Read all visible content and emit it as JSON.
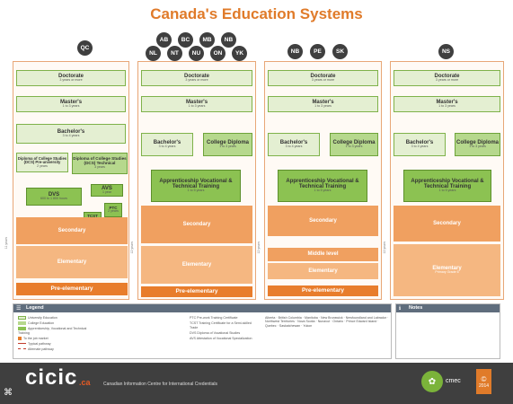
{
  "title": "Canada's Education Systems",
  "regions": {
    "qc": "QC",
    "ab": "AB",
    "bc": "BC",
    "mb": "MB",
    "nb": "NB",
    "nl": "NL",
    "nt": "NT",
    "nu": "NU",
    "on": "ON",
    "yk": "YK",
    "nb2": "NB",
    "pe": "PE",
    "sk": "SK",
    "ns": "NS"
  },
  "labels": {
    "doctorate": "Doctorate",
    "doctorate_sub": "3 years or more",
    "masters": "Master's",
    "masters_sub": "1 to 3 years",
    "bachelors": "Bachelor's",
    "bachelors_sub": "3 to 4 years",
    "college_diploma": "College Diploma",
    "college_diploma_sub": "1 to 3 years",
    "apprenticeship": "Apprenticeship Vocational & Technical Training",
    "apprenticeship_sub": "1 to 5 years",
    "dcs_pre": "Diploma of College Studies (DCS) Pre-university",
    "dcs_pre_sub": "2 years",
    "dcs_tech": "Diploma of College Studies (DCS) Technical",
    "dcs_tech_sub": "3 years",
    "dvs": "DVS",
    "dvs_sub": "600 to 1 800 hours",
    "avs": "AVS",
    "avs_sub": "1 year",
    "tcst": "TCST",
    "tcst_sub": "1 year",
    "ptc": "PTC",
    "ptc_sub": "2 years",
    "secondary": "Secondary",
    "middle": "Middle level",
    "elementary": "Elementary",
    "elementary_ns": "Elementary",
    "elementary_ns_sub": "Primary Grade 6",
    "pre_elementary": "Pre-elementary",
    "years_11": "11 years",
    "years_12a": "12 years",
    "years_12b": "12 years",
    "years_12c": "12 years"
  },
  "legend": {
    "title": "Legend",
    "items": [
      "University Education",
      "College Education",
      "Apprenticeship, Vocational and Technical Training",
      "To the job market",
      "Typical pathway",
      "Alternate pathway"
    ],
    "abbr": [
      "PTC Pre-work Training Certificate",
      "TCST Training Certificate for a Semi-skilled Trade",
      "DVS Diploma of Vocational Studies",
      "AVS Attestation of Vocational Specialization"
    ],
    "provinces": [
      "Alberta",
      "British Columbia",
      "Manitoba",
      "New Brunswick",
      "Newfoundland and Labrador",
      "Northwest Territories",
      "Nova Scotia",
      "Nunavut",
      "Ontario",
      "Prince Edward Island",
      "Quebec",
      "Saskatchewan",
      "Yukon"
    ]
  },
  "notes": {
    "title": "Notes"
  },
  "footer": {
    "org": "cicic",
    "org_tld": ".ca",
    "name": "Canadian Information Centre for International Credentials",
    "cmec": "cmec",
    "year": "2014",
    "copyright": "©"
  },
  "colors": {
    "accent": "#e07b2a",
    "university": "#e4efd2",
    "college": "#8cc252",
    "school": "#f0a060"
  }
}
